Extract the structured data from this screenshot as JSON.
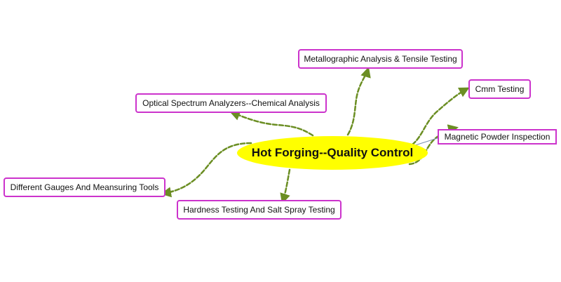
{
  "mindmap": {
    "center": {
      "label": "Hot Forging--Quality Control",
      "fill": "#ffff00"
    },
    "branches": [
      {
        "id": "metallographic",
        "label": "Metallographic Analysis & Tensile Testing"
      },
      {
        "id": "optical-spectrum",
        "label": "Optical Spectrum Analyzers--Chemical Analysis"
      },
      {
        "id": "cmm",
        "label": "Cmm Testing"
      },
      {
        "id": "magnetic-powder",
        "label": "Magnetic Powder Inspection"
      },
      {
        "id": "gauges",
        "label": "Different Gauges And Meansuring Tools"
      },
      {
        "id": "hardness",
        "label": "Hardness Testing And Salt Spray Testing"
      }
    ],
    "colors": {
      "node_border": "#cc33cc",
      "connector": "#6b8e23"
    }
  }
}
